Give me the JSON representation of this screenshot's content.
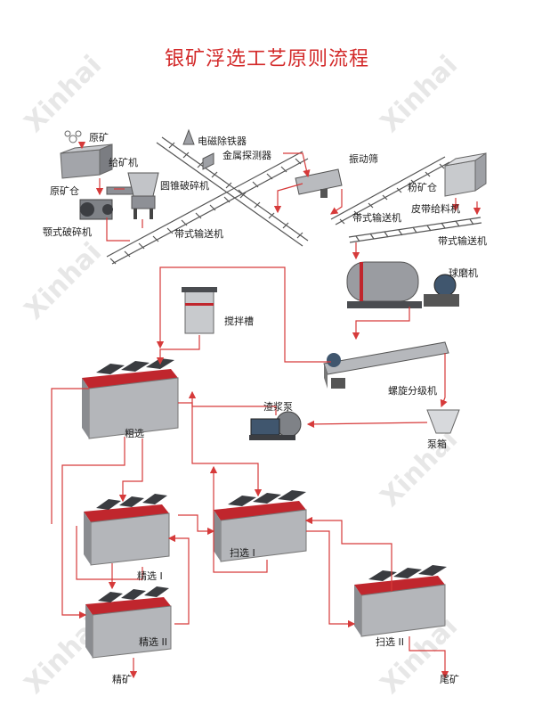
{
  "title": "银矿浮选工艺原则流程",
  "colors": {
    "title": "#d32a2a",
    "flow_line": "#d63a3a",
    "machine": "#8e9096",
    "accent": "#c0262d"
  },
  "watermark": "Xinhai",
  "labels": {
    "raw_ore": "原矿",
    "raw_ore_bin": "原矿仓",
    "feeder": "给矿机",
    "jaw_crusher": "颚式破碎机",
    "cone_crusher": "圆锥破碎机",
    "magnetic_separator": "电磁除铁器",
    "metal_detector": "金属探测器",
    "belt_conveyor_1": "带式输送机",
    "vibrating_screen": "振动筛",
    "belt_conveyor_2": "带式输送机",
    "powder_bin": "粉矿仓",
    "belt_feeder": "皮带给料机",
    "belt_conveyor_3": "带式输送机",
    "ball_mill": "球磨机",
    "agitation_tank": "搅拌槽",
    "spiral_classifier": "螺旋分级机",
    "slurry_pump": "渣浆泵",
    "pump_box": "泵箱",
    "rougher": "粗选",
    "cleaner_1": "精选 I",
    "scavenger_1": "扫选 I",
    "cleaner_2": "精选 II",
    "scavenger_2": "扫选 II",
    "concentrate": "精矿",
    "tailings": "尾矿"
  }
}
